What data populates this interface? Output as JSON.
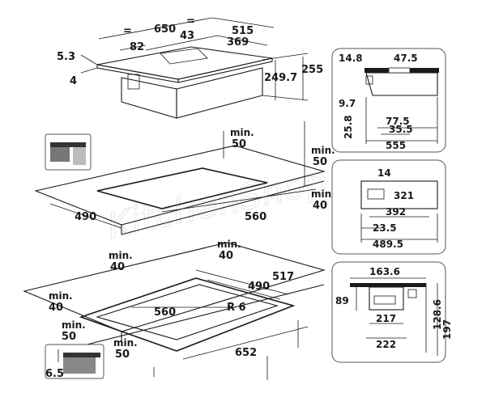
{
  "watermark": "KitchenShop",
  "top_hob": {
    "width_total": "650",
    "equal_left": "=",
    "equal_right": "=",
    "gap_43": "43",
    "depth_515": "515",
    "depth_369": "369",
    "offset_82": "82",
    "glass_5_3": "5.3",
    "frame_4": "4",
    "height_249_7": "249.7",
    "height_255": "255"
  },
  "cutout_top": {
    "min_50_a_label": "min.",
    "min_50_a_value": "50",
    "min_50_b_label": "min.",
    "min_50_b_value": "50",
    "min_40_a_label": "min.",
    "min_40_a_value": "40",
    "depth_490": "490",
    "width_560": "560",
    "min_40_b_label": "min.",
    "min_40_b_value": "40"
  },
  "cutout_bottom": {
    "min_40_top_label": "min.",
    "min_40_top_value": "40",
    "depth_517": "517",
    "depth_490": "490",
    "width_560": "560",
    "radius": "R 6",
    "width_652": "652",
    "min_40_left_label": "min.",
    "min_40_left_value": "40",
    "min_50_left_label": "min.",
    "min_50_left_value": "50",
    "min_50_front_label": "min.",
    "min_50_front_value": "50"
  },
  "detail_glass": {
    "thickness": "6.5"
  },
  "side_panel": {
    "d_14_8": "14.8",
    "d_47_5": "47.5",
    "d_9_7": "9.7",
    "d_25_8": "25.8",
    "d_77_5": "77.5",
    "d_35_5": "35.5",
    "d_555": "555"
  },
  "top_panel": {
    "d_14": "14",
    "d_321": "321",
    "d_392": "392",
    "d_23_5": "23.5",
    "d_489_5": "489.5"
  },
  "front_panel": {
    "d_163_6": "163.6",
    "d_89": "89",
    "d_217": "217",
    "d_222": "222",
    "d_128_6": "128.6",
    "d_197": "197"
  }
}
